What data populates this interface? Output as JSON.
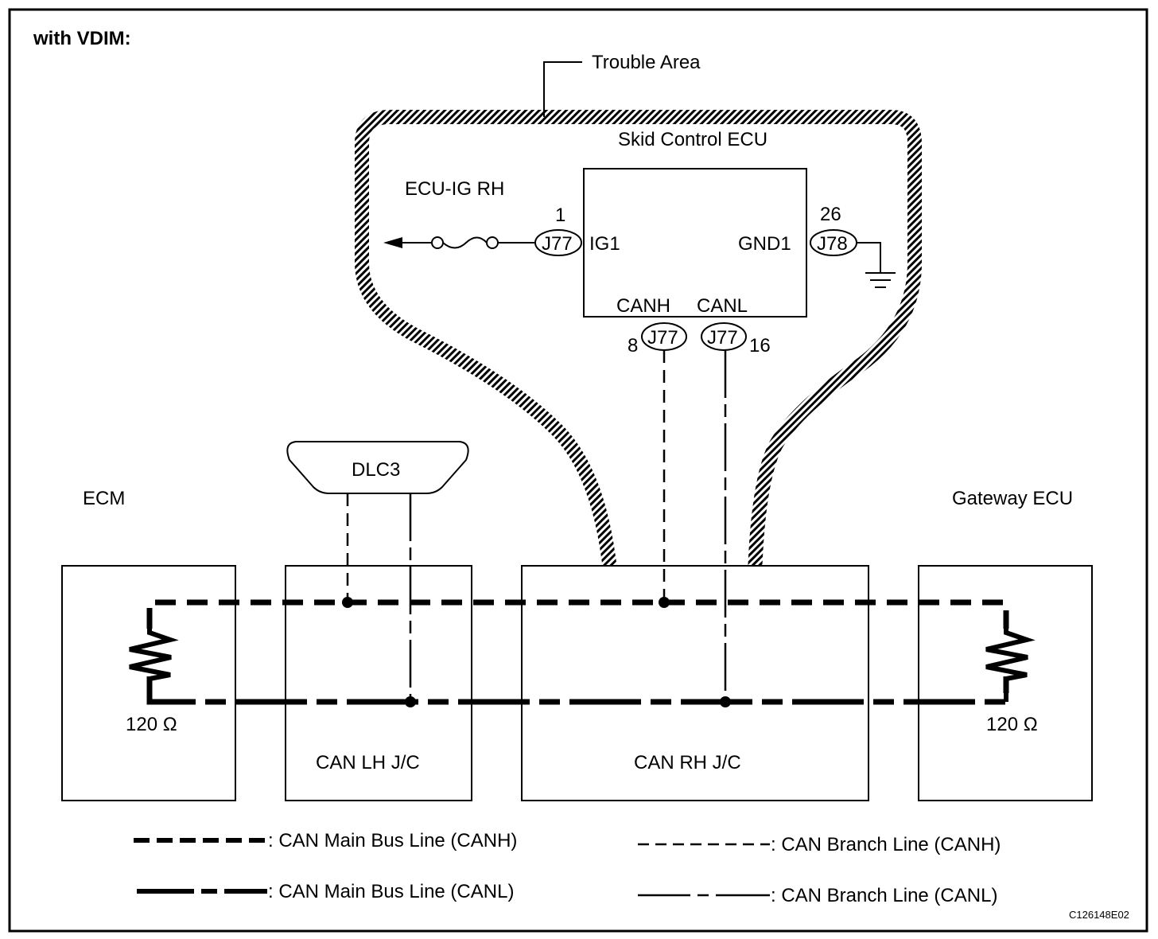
{
  "header": {
    "title": "with VDIM:"
  },
  "trouble_area": {
    "label": "Trouble Area"
  },
  "skid_control_ecu": {
    "title": "Skid Control ECU",
    "pins": {
      "ig1": {
        "name": "IG1",
        "connector": "J77",
        "pin": "1"
      },
      "gnd1": {
        "name": "GND1",
        "connector": "J78",
        "pin": "26"
      },
      "canh": {
        "name": "CANH",
        "connector": "J77",
        "pin": "8"
      },
      "canl": {
        "name": "CANL",
        "connector": "J77",
        "pin": "16"
      }
    }
  },
  "fuse": {
    "label": "ECU-IG RH"
  },
  "components": {
    "ecm": {
      "label": "ECM",
      "resistor": "120 Ω"
    },
    "dlc3": {
      "label": "DLC3"
    },
    "can_lh_jc": {
      "label": "CAN LH J/C"
    },
    "can_rh_jc": {
      "label": "CAN RH J/C"
    },
    "gateway_ecu": {
      "label": "Gateway ECU",
      "resistor": "120 Ω"
    }
  },
  "legend": [
    {
      "id": "main-canh",
      "label": ": CAN Main Bus Line (CANH)"
    },
    {
      "id": "main-canl",
      "label": ": CAN Main Bus Line (CANL)"
    },
    {
      "id": "branch-canh",
      "label": ": CAN Branch Line (CANH)"
    },
    {
      "id": "branch-canl",
      "label": ": CAN Branch Line (CANL)"
    }
  ],
  "figure_id": "C126148E02"
}
